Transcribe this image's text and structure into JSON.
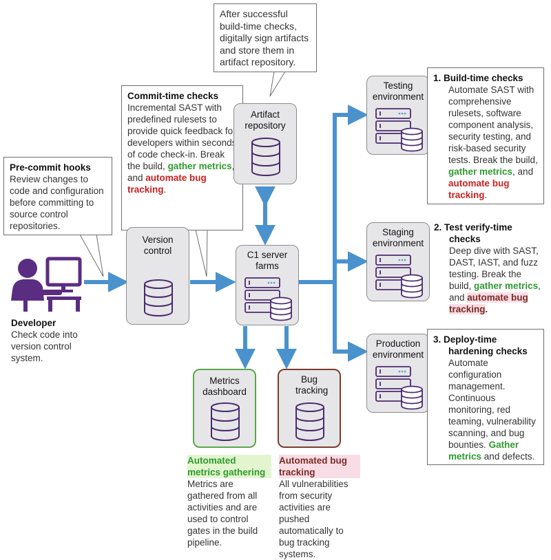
{
  "callouts": {
    "artifact_signing": "After successful build-time checks, digitally sign artifacts and store them in artifact repository.",
    "commit_time": {
      "title": "Commit-time checks",
      "body": "Incremental SAST with predefined rulesets to provide quick feedback for developers within seconds of code check-in. Break the build,",
      "gather": "gather metrics",
      "and": ", and",
      "automate": "automate bug tracking",
      "end": "."
    },
    "pre_commit": {
      "title": "Pre-commit hooks",
      "body": "Review changes to code and configuration before committing to source control repositories."
    }
  },
  "developer": {
    "title": "Developer",
    "body": "Check code into version control system."
  },
  "nodes": {
    "version_control": "Version control",
    "artifact_repository": "Artifact repository",
    "c1_server_farms": "C1 server farms",
    "metrics_dashboard": "Metrics dashboard",
    "bug_tracking": "Bug tracking",
    "testing_env": "Testing environment",
    "staging_env": "Staging environment",
    "production_env": "Production environment"
  },
  "checks": {
    "build_time": {
      "title": "1. Build-time checks",
      "body": "Automate SAST with comprehensive rulesets, software component analysis, security testing, and risk-based security tests. Break the build,",
      "gather": "gather metrics",
      "and": ", and",
      "automate": "automate bug tracking",
      "end": "."
    },
    "test_verify": {
      "title_a": "2. Test verify-time",
      "title_b": "checks",
      "body": "Deep dive with SAST, DAST, IAST, and fuzz testing. Break the build,",
      "gather": "gather metrics",
      "and": ",",
      "and2": "and",
      "automate": "automate bug tracking",
      "end": "."
    },
    "deploy_time": {
      "title_a": "3. Deploy-time",
      "title_b": "hardening checks",
      "body": "Automate configuration management. Continuous monitoring, red teaming, vulnerability scanning, and bug bounties.",
      "gather": "Gather metrics",
      "end": "and defects."
    }
  },
  "metrics_text": {
    "title": "Automated metrics gathering",
    "body": "Metrics are gathered from all activities and are used to control gates in the build pipeline."
  },
  "bug_text": {
    "title": "Automated bug tracking",
    "body": "All vulnerabilities from security activities are pushed automatically to bug tracking systems."
  },
  "colors": {
    "arrow": "#4a92cd",
    "icon": "#4b2a6e",
    "developer": "#5b2d82",
    "green_border": "#5aa64a",
    "brown_border": "#7b3d2c"
  }
}
